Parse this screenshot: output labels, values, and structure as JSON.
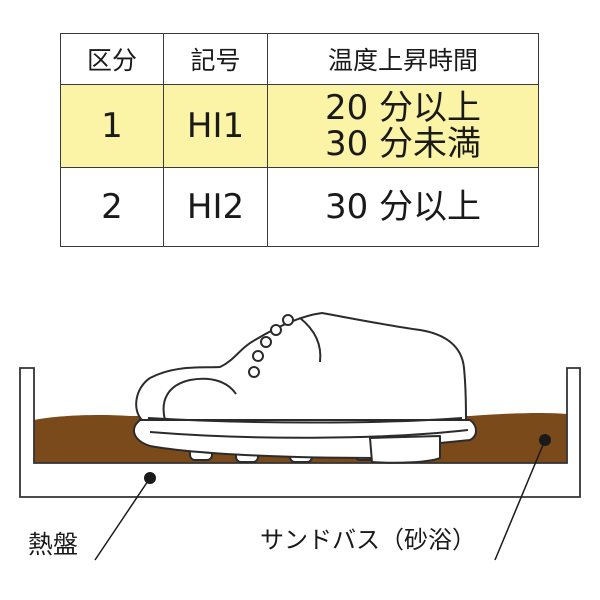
{
  "table": {
    "headers": [
      "区分",
      "記号",
      "温度上昇時間"
    ],
    "rows": [
      {
        "category": "1",
        "code": "HI1",
        "time_line1": "20 分以上",
        "time_line2": "30 分未満"
      },
      {
        "category": "2",
        "code": "HI2",
        "time_line1": "30 分以上",
        "time_line2": ""
      }
    ]
  },
  "labels": {
    "hot_plate": "熱盤",
    "sand_bath": "サンドバス（砂浴）"
  },
  "colors": {
    "highlight_row": "#fbf4a6",
    "sand": "#7a4a1a",
    "outline": "#333333"
  }
}
